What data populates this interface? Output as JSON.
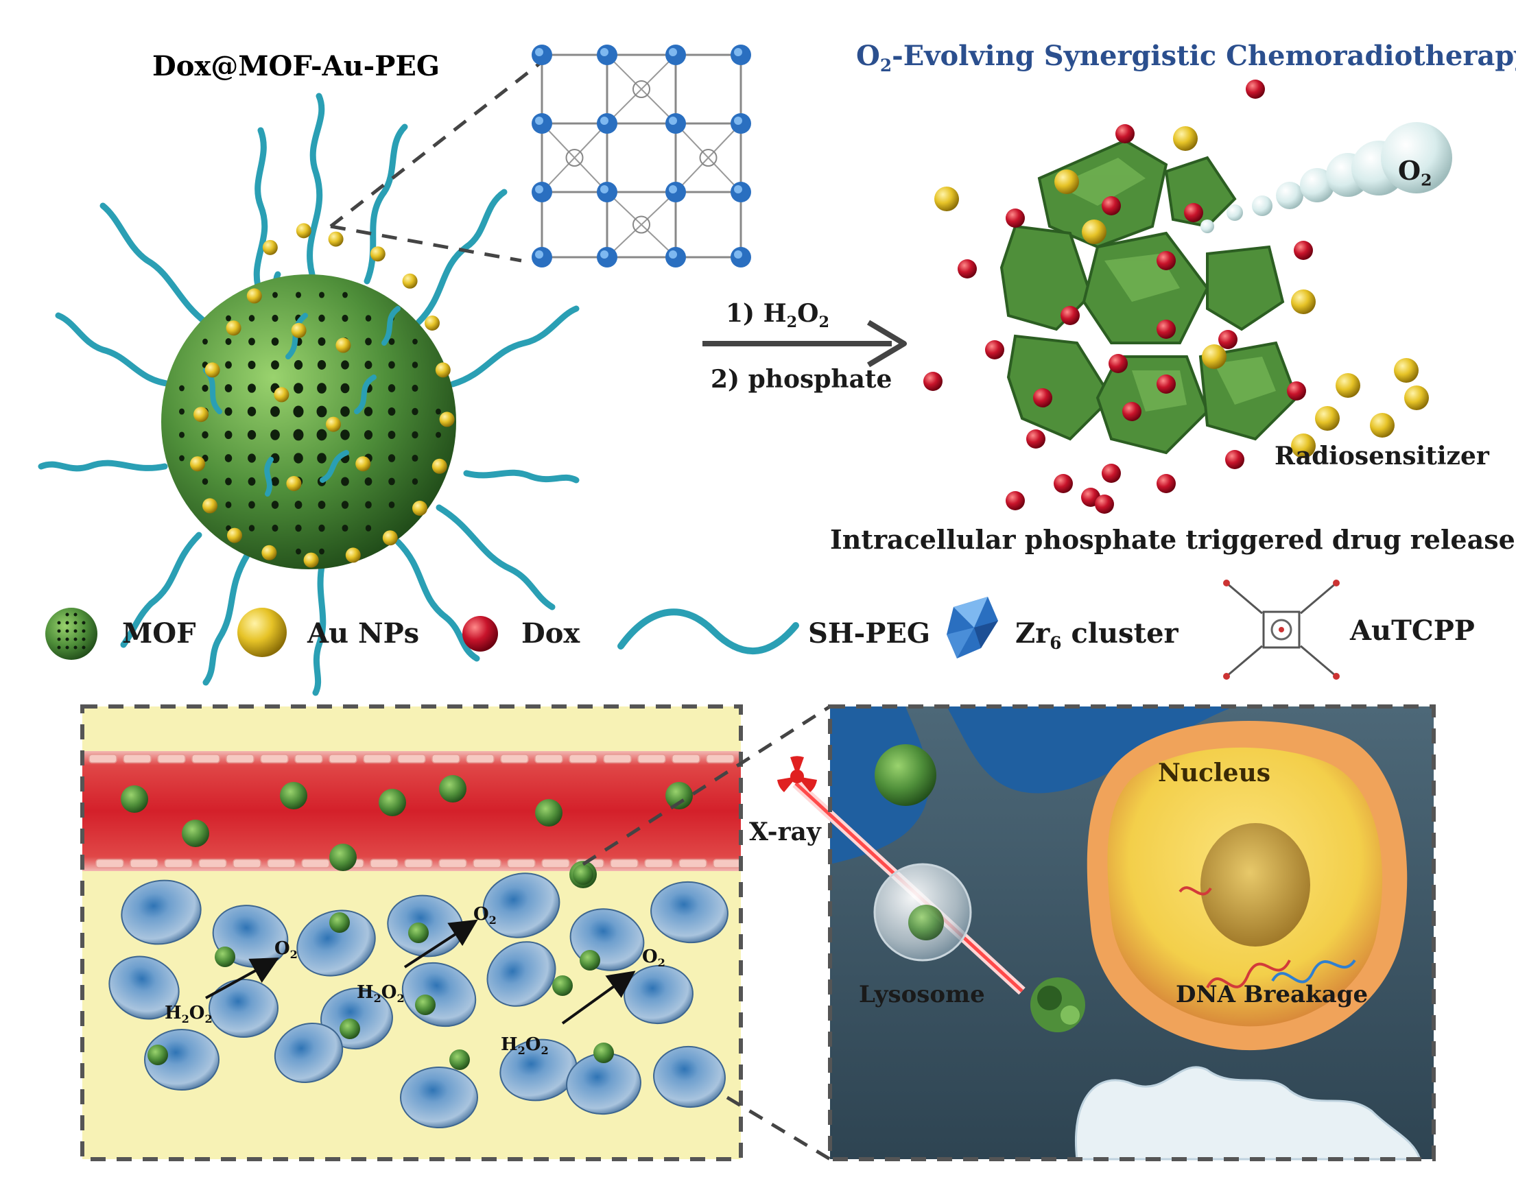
{
  "title": "Dox@MOF-Au-PEG",
  "panel_title_prefix": "O",
  "panel_title_sub": "2",
  "panel_title_rest": "-Evolving Synergistic Chemoradiotherapy",
  "bubble_label_main": "O",
  "bubble_label_sub": "2",
  "step1_prefix": "1) H",
  "step1_sub1": "2",
  "step1_mid": "O",
  "step1_sub2": "2",
  "step2": "2) phosphate",
  "radiosensitizer": "Radiosensitizer",
  "release_caption": "Intracellular phosphate triggered drug release",
  "legend": {
    "mof": "MOF",
    "au": "Au NPs",
    "dox": "Dox",
    "peg": "SH-PEG",
    "zr_main": "Zr",
    "zr_sub": "6",
    "zr_rest": " cluster",
    "tcpp": "AuTCPP"
  },
  "xray": "X-ray",
  "nucleus": "Nucleus",
  "lysosome": "Lysosome",
  "dna": "DNA Breakage",
  "tumor_labels": {
    "o2_main": "O",
    "o2_sub": "2",
    "h2o2_a": "H",
    "h2o2_sub1": "2",
    "h2o2_b": "O",
    "h2o2_sub2": "2"
  },
  "colors": {
    "mof_green": "#4f8f3a",
    "gold": "#e6c327",
    "dox_red": "#c8142b",
    "peg_teal": "#2a9fb4",
    "title_blue": "#2b4f8e",
    "vessel_red": "#d4202a",
    "tissue_yellow": "#f7f2b5",
    "cell_blue": "#6e9fce",
    "cell_bg": "#3d5566",
    "nucleus_yellow": "#f3cf4a"
  },
  "icons": [
    "mof-sphere-icon",
    "au-nanoparticle-icon",
    "dox-molecule-icon",
    "peg-chain-icon",
    "zr6-cluster-icon",
    "autcpp-linker-icon",
    "radiation-icon",
    "arrow-icon"
  ]
}
